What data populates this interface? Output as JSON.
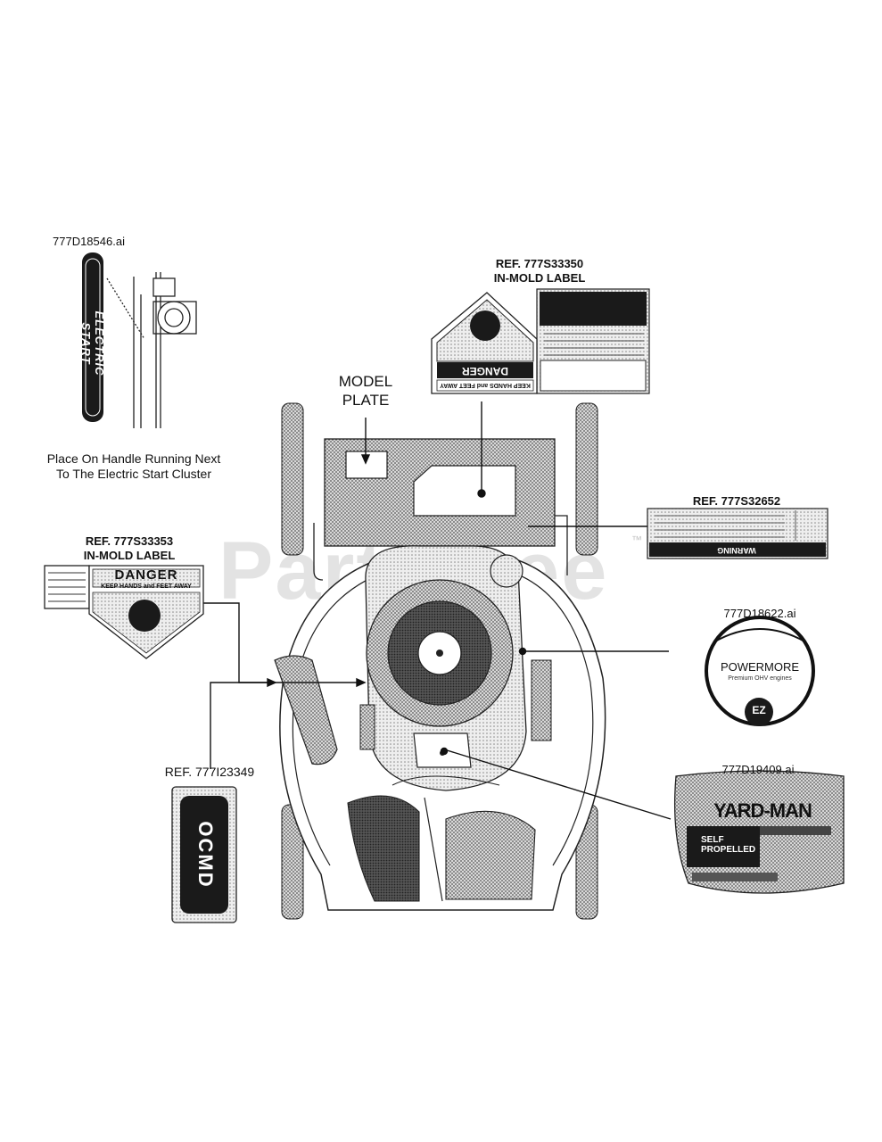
{
  "labels": {
    "electric_start_file": "777D18546.ai",
    "electric_start_text": "ELECTRIC START",
    "electric_start_note_line1": "Place On Handle Running Next",
    "electric_start_note_line2": "To The Electric Start Cluster",
    "ref_33350": "REF. 777S33350",
    "ref_33350_sub": "IN-MOLD LABEL",
    "model_plate_line1": "MODEL",
    "model_plate_line2": "PLATE",
    "ref_33353": "REF. 777S33353",
    "ref_33353_sub": "IN-MOLD LABEL",
    "ref_32652": "REF. 777S32652",
    "powermore_file": "777D18622.ai",
    "powermore_brand": "POWERMORE",
    "powermore_tagline": "Premium OHV engines",
    "ez_badge": "EZ",
    "ref_23349": "REF. 777I23349",
    "ref_23349_label": "OCMD",
    "yardman_file": "777D19409.ai",
    "yardman_brand": "YARD-MAN",
    "yardman_line1": "SELF",
    "yardman_line2": "PROPELLED",
    "danger_word": "DANGER",
    "danger_keep": "KEEP HANDS and FEET AWAY",
    "danger_keep_inverted": "KEEP HANDS and FEET AWAY",
    "warning_word": "WARNING"
  },
  "watermark": "PartsTree",
  "watermark_tm": "™",
  "colors": {
    "ink": "#111111",
    "gray_fill": "#8a8a8a",
    "light_gray": "#cfcfcf",
    "dark": "#2a2a2a"
  }
}
